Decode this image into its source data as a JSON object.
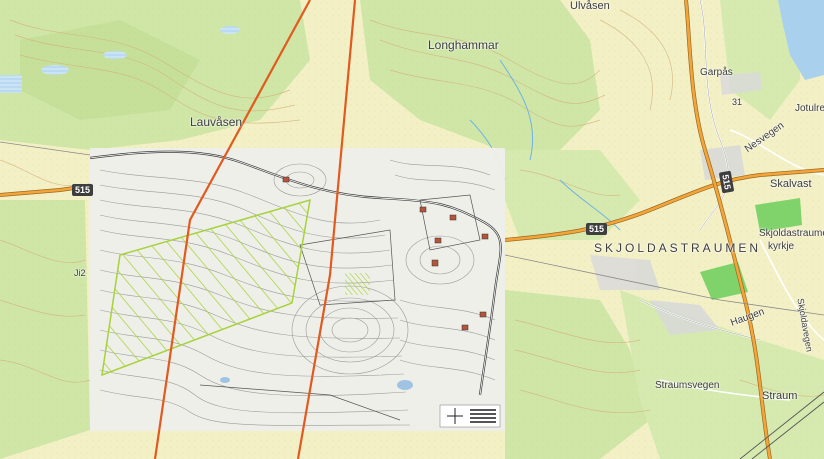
{
  "place_names": {
    "ulvasen": "Ulvåsen",
    "longhammar": "Longhammar",
    "lauvasen": "Lauvåsen",
    "garpas": "Garpås",
    "jotulrei": "Jotulrei",
    "nesvegen": "Nesvegen",
    "skalvast": "Skalvast",
    "skjoldastraumen_area": "SKJOLDASTRAUMEN",
    "skjoldastraumen_kyrkje_line1": "Skjoldastraumen",
    "skjoldastraumen_kyrkje_line2": "kyrkje",
    "skjoldavegen": "Skjoldavegen",
    "haugen": "Haugen",
    "straumsvegen": "Straumsvegen",
    "straum": "Straum",
    "number_31": "31",
    "mark_ji2": "Ji2"
  },
  "road_labels": {
    "r515_west": "515",
    "r515_center": "515",
    "r515_east": "515"
  },
  "colors": {
    "base": "#f3f0c6",
    "forest": "#cfe6a6",
    "contour": "#d3b27a",
    "water": "#a9d0ec",
    "road_main": "#f3a53a",
    "power_line": "#e15a1f",
    "green_zone": "#7fd36a",
    "hatch": "#a8d13a"
  }
}
